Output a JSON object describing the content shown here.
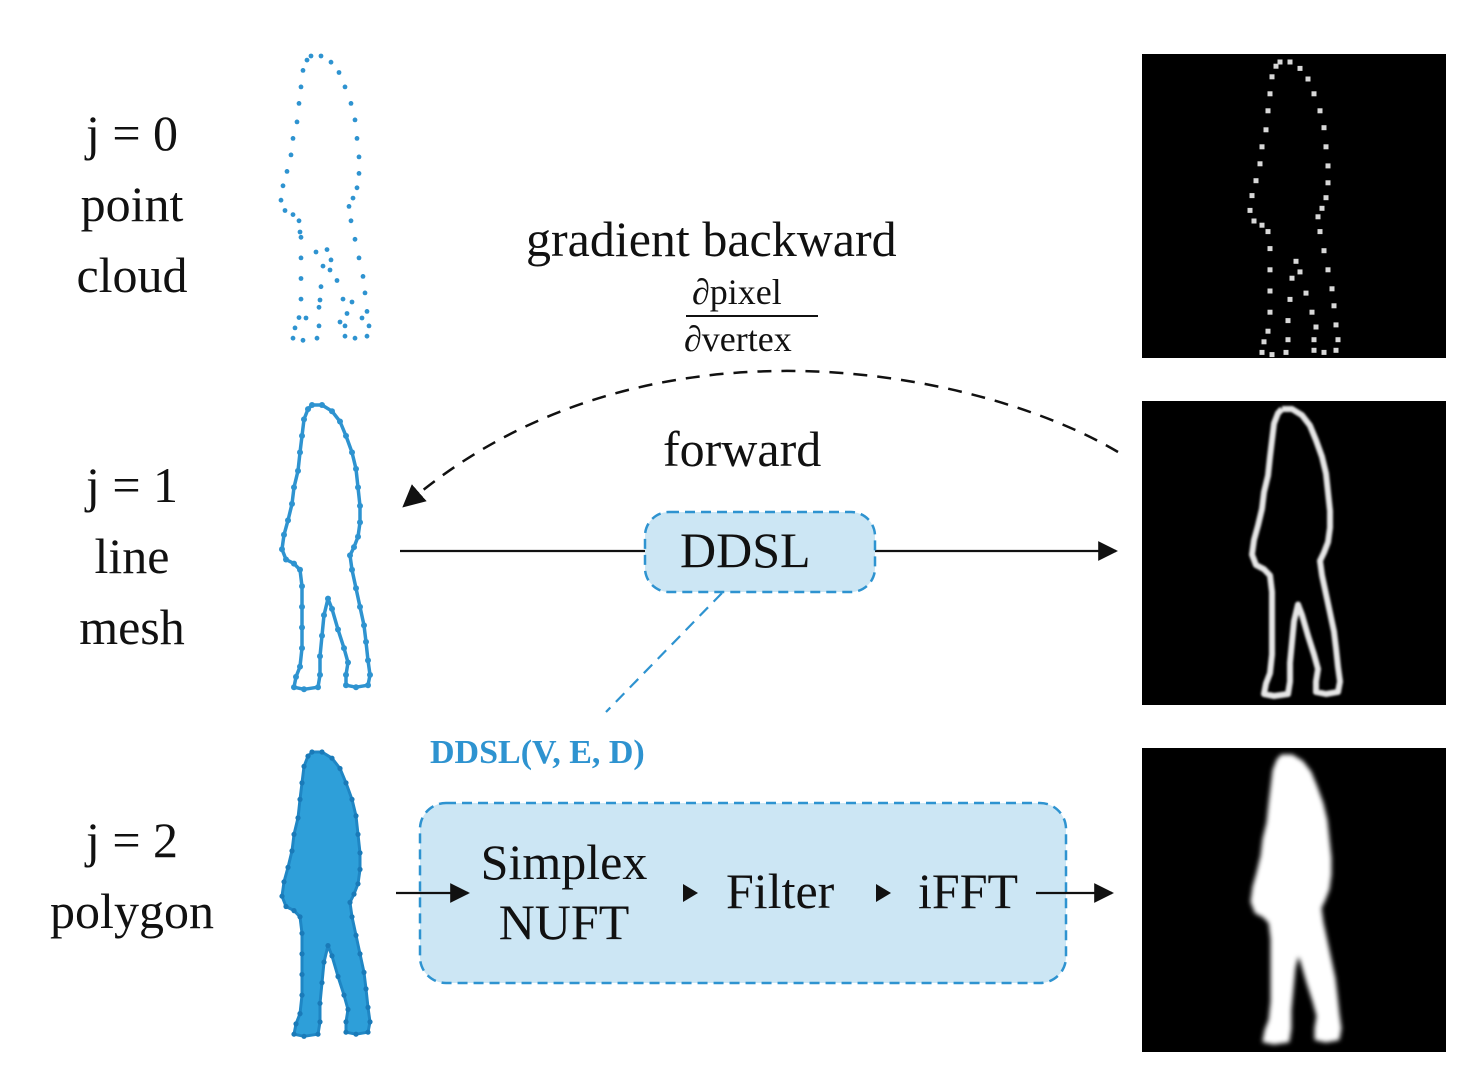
{
  "rows": [
    {
      "line1": "j = 0",
      "line2": "point",
      "line3": "cloud"
    },
    {
      "line1": "j = 1",
      "line2": "line",
      "line3": "mesh"
    },
    {
      "line1": "j = 2",
      "line2": "polygon",
      "line3": ""
    }
  ],
  "backward": {
    "title": "gradient backward",
    "numerator": "∂pixel",
    "denominator": "∂vertex"
  },
  "forward": {
    "title": "forward"
  },
  "ddsl_box": {
    "label": "DDSL"
  },
  "ddsl_signature": "DDSL(V, E, D)",
  "pipeline": {
    "step1_line1": "Simplex",
    "step1_line2": "NUFT",
    "step2": "Filter",
    "step3": "iFFT"
  },
  "colors": {
    "accent": "#2e93d0",
    "box_fill": "#cce6f4",
    "polygon_fill": "#2e9fd9",
    "panel_bg": "#000000"
  }
}
